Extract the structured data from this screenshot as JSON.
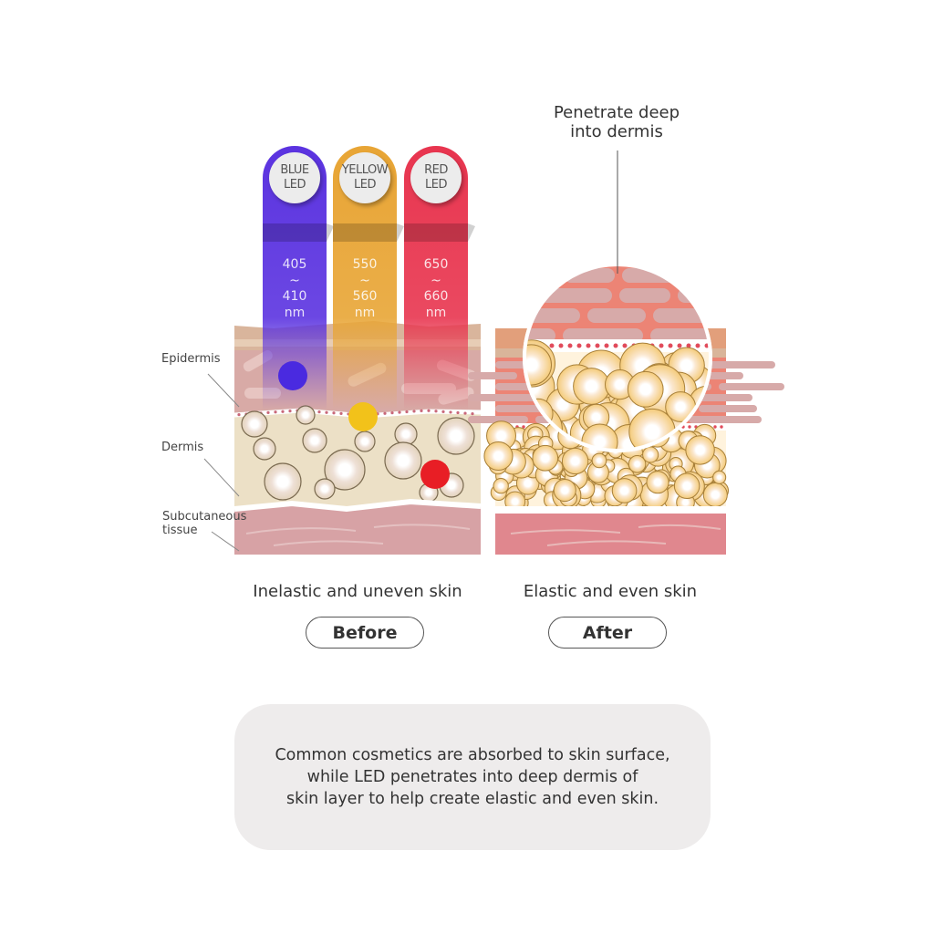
{
  "leds": [
    {
      "name_line1": "BLUE",
      "name_line2": "LED",
      "wave_from": "405",
      "tilde": "~",
      "wave_to": "410",
      "unit": "nm",
      "color": "#5b33e0"
    },
    {
      "name_line1": "YELLOW",
      "name_line2": "LED",
      "wave_from": "550",
      "tilde": "~",
      "wave_to": "560",
      "unit": "nm",
      "color": "#e8a535"
    },
    {
      "name_line1": "RED",
      "name_line2": "LED",
      "wave_from": "650",
      "tilde": "~",
      "wave_to": "660",
      "unit": "nm",
      "color": "#e8354f"
    }
  ],
  "layers": {
    "epidermis": "Epidermis",
    "dermis": "Dermis",
    "subcutaneous_line1": "Subcutaneous",
    "subcutaneous_line2": "tissue"
  },
  "callout": {
    "line1": "Penetrate deep",
    "line2": "into dermis"
  },
  "before": {
    "caption": "Inelastic and uneven skin",
    "button": "Before"
  },
  "after": {
    "caption": "Elastic and even skin",
    "button": "After"
  },
  "summary": {
    "line1": "Common cosmetics are absorbed to skin surface,",
    "line2": "while LED penetrates into deep dermis of",
    "line3": "skin layer to help create elastic and even skin."
  }
}
